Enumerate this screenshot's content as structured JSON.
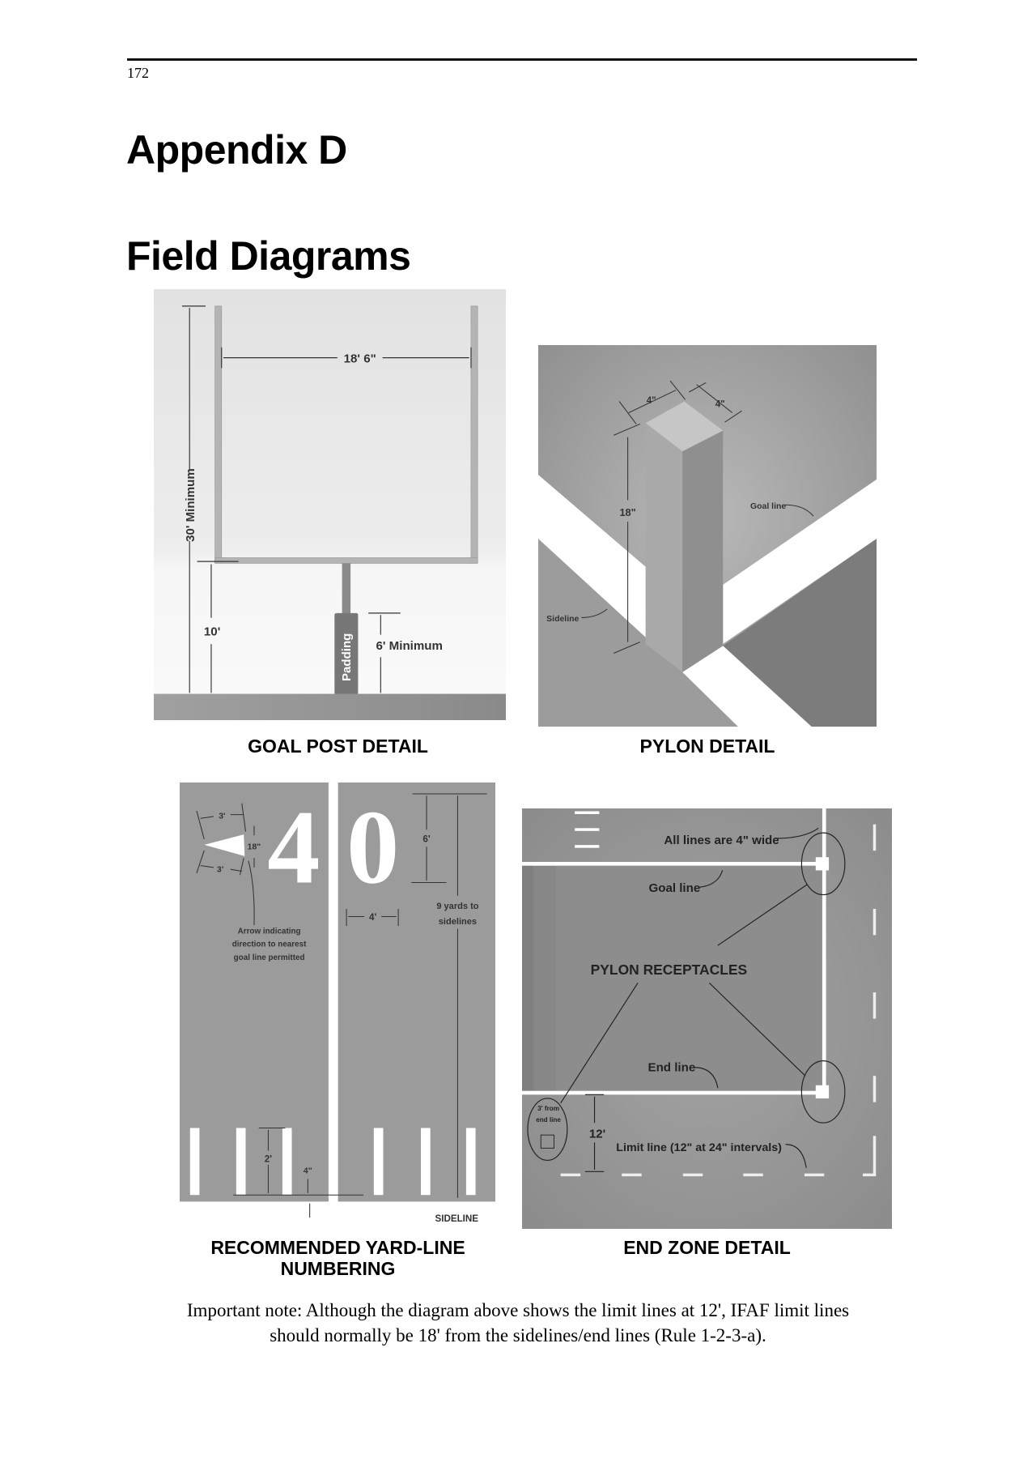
{
  "page": {
    "number": "172",
    "title": "Appendix D",
    "subtitle": "Field Diagrams"
  },
  "goal_post": {
    "caption": "GOAL POST DETAIL",
    "width_label": "18' 6\"",
    "height_label": "30' Minimum",
    "crossbar_label": "10'",
    "padding_label": "Padding",
    "padding_height_label": "6' Minimum"
  },
  "pylon": {
    "caption": "PYLON DETAIL",
    "top_left_label": "4\"",
    "top_right_label": "4\"",
    "height_label": "18\"",
    "goal_line_label": "Goal line",
    "sideline_label": "Sideline"
  },
  "yard_line": {
    "caption_line1": "RECOMMENDED YARD-LINE",
    "caption_line2": "NUMBERING",
    "digit1": "4",
    "digit2": "0",
    "arrow_width_top": "3'",
    "arrow_width_bottom": "3'",
    "arrow_height": "18\"",
    "arrow_note": [
      "Arrow indicating",
      "direction to nearest",
      "goal line permitted"
    ],
    "number_height": "6'",
    "number_width": "4'",
    "distance_note": [
      "9 yards to",
      "sidelines"
    ],
    "hash_length": "2'",
    "hash_width": "4\"",
    "sideline_label": "SIDELINE"
  },
  "end_zone": {
    "caption": "END ZONE DETAIL",
    "lines_note": "All lines are 4\" wide",
    "goal_line_label": "Goal line",
    "pylon_label": "PYLON RECEPTACLES",
    "end_line_label": "End line",
    "limit_distance": "12'",
    "limit_line_label": "Limit line (12\" at 24\" intervals)",
    "receptacle_note": [
      "3' from",
      "end line"
    ]
  },
  "note": {
    "line1": "Important note: Although the diagram above shows the limit lines at 12', IFAF limit lines",
    "line2": "should normally be 18' from the sidelines/end lines (Rule 1-2-3-a)."
  }
}
